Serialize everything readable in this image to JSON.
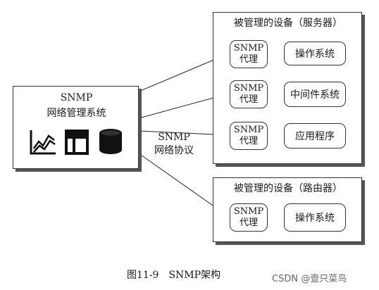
{
  "nms": {
    "title_line1": "SNMP",
    "title_line2": "网络管理系统",
    "icons": [
      "line-chart-icon",
      "window-layout-icon",
      "database-icon"
    ]
  },
  "protocol": {
    "line1": "SNMP",
    "line2": "网络协议"
  },
  "server_device": {
    "title": "被管理的设备（服务器）",
    "rows": [
      {
        "agent_line1": "SNMP",
        "agent_line2": "代理",
        "component": "操作系统"
      },
      {
        "agent_line1": "SNMP",
        "agent_line2": "代理",
        "component": "中间件系统"
      },
      {
        "agent_line1": "SNMP",
        "agent_line2": "代理",
        "component": "应用程序"
      }
    ]
  },
  "router_device": {
    "title": "被管理的设备（路由器）",
    "rows": [
      {
        "agent_line1": "SNMP",
        "agent_line2": "代理",
        "component": "操作系统"
      }
    ]
  },
  "caption": "图11-9　SNMP架构",
  "watermark": "CSDN @壹只菜鸟"
}
